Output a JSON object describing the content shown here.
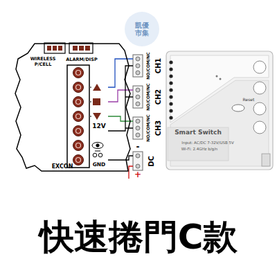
{
  "diagram": {
    "caption": "快速捲門C款",
    "nodes": [
      {
        "text": [
          "EXCON"
        ]
      },
      {
        "text": [
          "Smart Switch",
          "Input: AC/DC 7-32V/USB 5V",
          "Wi-Fi: 2.4GHz b/g/n",
          "Reset"
        ]
      }
    ],
    "labels": [
      "WIRELESS",
      "P/CELL",
      "ALARM/DISP",
      "12V",
      "GND",
      "NO/COM/NC",
      "CH1",
      "NO/COM/NC",
      "CH2",
      "NO/COM/NC",
      "CH3",
      "DC",
      "-",
      "+",
      "凱優市集"
    ]
  }
}
